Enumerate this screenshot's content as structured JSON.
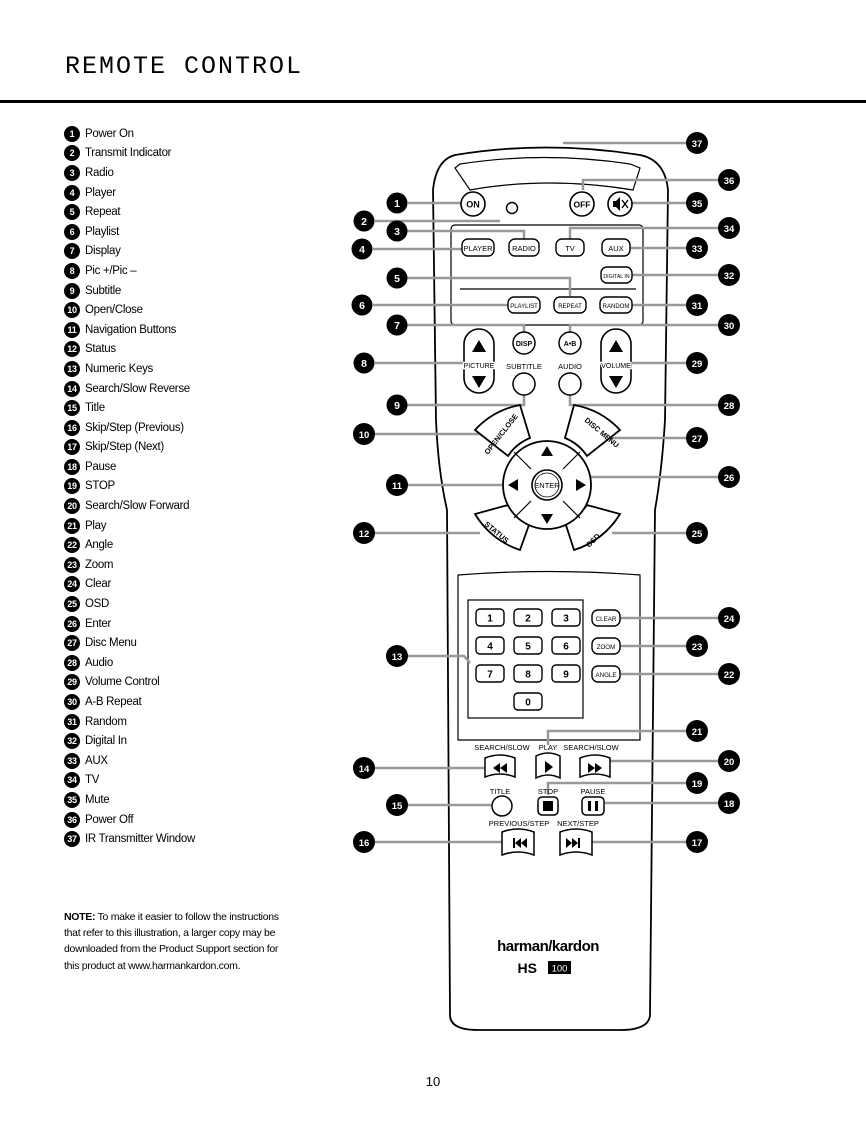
{
  "header": {
    "title": "REMOTE CONTROL"
  },
  "legend": [
    {
      "num": "1",
      "label": "Power On"
    },
    {
      "num": "2",
      "label": "Transmit Indicator"
    },
    {
      "num": "3",
      "label": "Radio"
    },
    {
      "num": "4",
      "label": "Player"
    },
    {
      "num": "5",
      "label": "Repeat"
    },
    {
      "num": "6",
      "label": "Playlist"
    },
    {
      "num": "7",
      "label": "Display"
    },
    {
      "num": "8",
      "label": "Pic +/Pic –"
    },
    {
      "num": "9",
      "label": "Subtitle"
    },
    {
      "num": "10",
      "label": "Open/Close"
    },
    {
      "num": "11",
      "label": "Navigation Buttons"
    },
    {
      "num": "12",
      "label": "Status"
    },
    {
      "num": "13",
      "label": "Numeric Keys"
    },
    {
      "num": "14",
      "label": "Search/Slow Reverse"
    },
    {
      "num": "15",
      "label": "Title"
    },
    {
      "num": "16",
      "label": "Skip/Step (Previous)"
    },
    {
      "num": "17",
      "label": "Skip/Step (Next)"
    },
    {
      "num": "18",
      "label": "Pause"
    },
    {
      "num": "19",
      "label": "STOP"
    },
    {
      "num": "20",
      "label": "Search/Slow Forward"
    },
    {
      "num": "21",
      "label": "Play"
    },
    {
      "num": "22",
      "label": "Angle"
    },
    {
      "num": "23",
      "label": "Zoom"
    },
    {
      "num": "24",
      "label": "Clear"
    },
    {
      "num": "25",
      "label": "OSD"
    },
    {
      "num": "26",
      "label": "Enter"
    },
    {
      "num": "27",
      "label": "Disc Menu"
    },
    {
      "num": "28",
      "label": "Audio"
    },
    {
      "num": "29",
      "label": "Volume Control"
    },
    {
      "num": "30",
      "label": "A-B Repeat"
    },
    {
      "num": "31",
      "label": "Random"
    },
    {
      "num": "32",
      "label": "Digital In"
    },
    {
      "num": "33",
      "label": "AUX"
    },
    {
      "num": "34",
      "label": "TV"
    },
    {
      "num": "35",
      "label": "Mute"
    },
    {
      "num": "36",
      "label": "Power Off"
    },
    {
      "num": "37",
      "label": "IR Transmitter Window"
    }
  ],
  "note": {
    "lead": "NOTE:",
    "text": "To make it easier to follow the instructions that refer to this illustration, a larger copy may be downloaded from the Product Support section for this product at www.harmankardon.com."
  },
  "remote": {
    "buttons": {
      "on": "ON",
      "off": "OFF",
      "player": "PLAYER",
      "radio": "RADIO",
      "tv": "TV",
      "aux": "AUX",
      "digital_in": "DIGITAL IN",
      "playlist": "PLAYLIST",
      "repeat": "REPEAT",
      "random": "RANDOM",
      "disp": "DISP",
      "ab": "A•B",
      "picture": "PICTURE",
      "subtitle": "SUBTITLE",
      "audio": "AUDIO",
      "volume": "VOLUME",
      "open_close": "OPEN/CLOSE",
      "disc_menu": "DISC MENU",
      "enter": "ENTER",
      "status": "STATUS",
      "osd": "OSD",
      "clear": "CLEAR",
      "zoom": "ZOOM",
      "angle": "ANGLE",
      "search_slow_left": "SEARCH/SLOW",
      "play": "PLAY",
      "search_slow_right": "SEARCH/SLOW",
      "title": "TITLE",
      "stop": "STOP",
      "pause": "PAUSE",
      "previous_step": "PREVIOUS/STEP",
      "next_step": "NEXT/STEP"
    },
    "keys": [
      "1",
      "2",
      "3",
      "4",
      "5",
      "6",
      "7",
      "8",
      "9",
      "0"
    ],
    "brand": "harman/kardon",
    "model": "HS",
    "model_number": "100"
  },
  "callouts": [
    "1",
    "2",
    "3",
    "4",
    "5",
    "6",
    "7",
    "8",
    "9",
    "10",
    "11",
    "12",
    "13",
    "14",
    "15",
    "16",
    "17",
    "18",
    "19",
    "20",
    "21",
    "22",
    "23",
    "24",
    "25",
    "26",
    "27",
    "28",
    "29",
    "30",
    "31",
    "32",
    "33",
    "34",
    "35",
    "36",
    "37"
  ],
  "footer": {
    "page_number": "10"
  }
}
